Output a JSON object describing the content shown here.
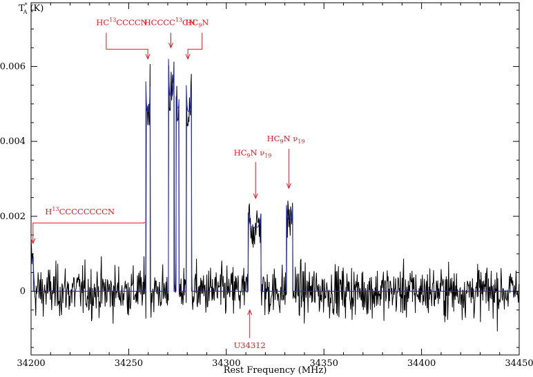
{
  "chart_data": {
    "type": "line",
    "title": "",
    "xlabel": "Rest Frequency (MHz)",
    "ylabel": "T",
    "ylabel_sup": "*",
    "ylabel_sub": "A",
    "ylabel_unit": "(K)",
    "xlim": [
      34200,
      34450
    ],
    "ylim": [
      -0.0017,
      0.0077
    ],
    "xticks": [
      34200,
      34250,
      34300,
      34350,
      34400,
      34450
    ],
    "xtick_labels": [
      "34200",
      "34250",
      "34300",
      "34350",
      "34400",
      "34450"
    ],
    "yticks": [
      0,
      0.002,
      0.004,
      0.006
    ],
    "ytick_labels": [
      "0",
      "0.002",
      "0.004",
      "0.006"
    ],
    "grid": false,
    "colors": {
      "observed": "#000000",
      "model": "#1f2bd6",
      "annotation": "#e8141b"
    },
    "series": [
      {
        "kind": "observed-spectrum",
        "noise_rms": 0.00045,
        "channel_width_mhz": 0.24
      },
      {
        "kind": "model-spectrum",
        "baseline": 0.0,
        "components": [
          {
            "x0": 34200.0,
            "x1": 34201.2,
            "peak": 0.00095,
            "dip": 0.00082
          },
          {
            "x0": 34258.8,
            "x1": 34261.0,
            "peak": 0.0056,
            "dip": 0.0048
          },
          {
            "x0": 34270.4,
            "x1": 34273.2,
            "peak": 0.0062,
            "dip": 0.0052
          },
          {
            "x0": 34274.3,
            "x1": 34275.8,
            "peak": 0.0052,
            "dip": 0.0049
          },
          {
            "x0": 34279.5,
            "x1": 34282.2,
            "peak": 0.0055,
            "dip": 0.0048
          },
          {
            "x0": 34311.2,
            "x1": 34317.8,
            "peak": 0.0021,
            "dip": 0.0017
          },
          {
            "x0": 34330.8,
            "x1": 34334.0,
            "peak": 0.0023,
            "dip": 0.0019
          }
        ]
      }
    ],
    "annotations": [
      {
        "label": [
          [
            "HC",
            ""
          ],
          [
            "13",
            "sup"
          ],
          [
            "CCCCN",
            ""
          ]
        ],
        "text_x": 34246.5,
        "text_y": 0.0071,
        "path": [
          [
            34238.5,
            0.0069
          ],
          [
            34238.5,
            0.00646
          ],
          [
            34259.8,
            0.00646
          ],
          [
            34259.8,
            0.0062
          ]
        ],
        "direction": "down"
      },
      {
        "label": [
          [
            "HCCCC",
            ""
          ],
          [
            "13",
            "sup"
          ],
          [
            "CN",
            ""
          ]
        ],
        "text_x": 34271.0,
        "text_y": 0.0071,
        "path": [
          [
            34271.6,
            0.0069
          ],
          [
            34271.6,
            0.0065
          ]
        ],
        "direction": "down"
      },
      {
        "label": [
          [
            "HC",
            ""
          ],
          [
            "9",
            "sub"
          ],
          [
            "N",
            ""
          ]
        ],
        "text_x": 34285.0,
        "text_y": 0.0071,
        "path": [
          [
            34287.6,
            0.0069
          ],
          [
            34287.6,
            0.00646
          ],
          [
            34280.3,
            0.00646
          ],
          [
            34280.3,
            0.0062
          ]
        ],
        "direction": "down"
      },
      {
        "label": [
          [
            "HC",
            ""
          ],
          [
            "9",
            "sub"
          ],
          [
            "N  ",
            ""
          ],
          [
            "ν",
            ""
          ],
          [
            "19",
            "sub"
          ]
        ],
        "text_x": 34313.5,
        "text_y": 0.00363,
        "path": [
          [
            34315.0,
            0.00345
          ],
          [
            34315.0,
            0.00248
          ]
        ],
        "direction": "down"
      },
      {
        "label": [
          [
            "HC",
            ""
          ],
          [
            "9",
            "sub"
          ],
          [
            "N  ",
            ""
          ],
          [
            "ν",
            ""
          ],
          [
            "19",
            "sub"
          ]
        ],
        "text_x": 34330.5,
        "text_y": 0.004,
        "path": [
          [
            34332.0,
            0.0038
          ],
          [
            34332.0,
            0.00275
          ]
        ],
        "direction": "down"
      },
      {
        "label": [
          [
            "H",
            ""
          ],
          [
            "13",
            "sup"
          ],
          [
            "CCCCCCCCN",
            ""
          ]
        ],
        "text_x": 34225.0,
        "text_y": 0.00205,
        "path": [
          [
            34258.0,
            0.00185
          ],
          [
            34258.0,
            0.00182
          ],
          [
            34201.0,
            0.00182
          ],
          [
            34201.0,
            0.00128
          ]
        ],
        "direction": "down"
      },
      {
        "label": [
          [
            "U34312",
            ""
          ]
        ],
        "text_x": 34312.0,
        "text_y": -0.00152,
        "path": [
          [
            34312.0,
            -0.00125
          ],
          [
            34312.0,
            -0.0005
          ]
        ],
        "direction": "up"
      }
    ]
  }
}
